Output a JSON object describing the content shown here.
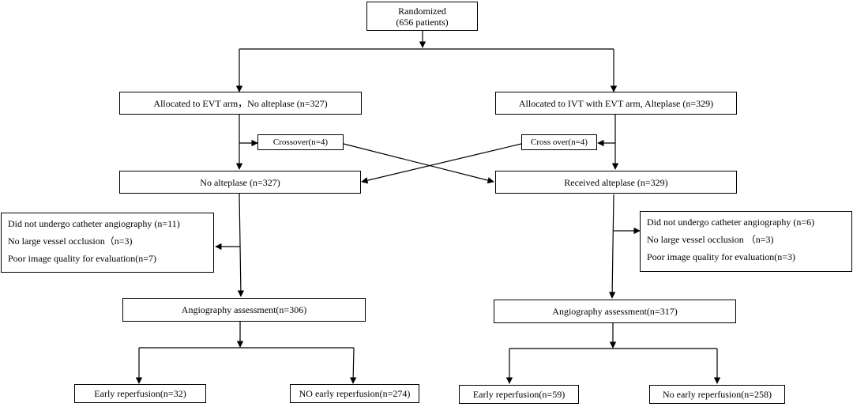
{
  "randomized": {
    "line1": "Randomized",
    "line2": "(656 patients)"
  },
  "left": {
    "allocated": "Allocated to EVT arm，No alteplase (n=327)",
    "crossover": "Crossover(n=4)",
    "treatment": "No alteplase (n=327)",
    "excluded": [
      "Did not undergo catheter angiography (n=11)",
      "No large vessel occlusion（n=3)",
      "Poor image quality for evaluation(n=7)"
    ],
    "assessment": "Angiography assessment(n=306)",
    "early": "Early reperfusion(n=32)",
    "no_early": "NO early reperfusion(n=274)"
  },
  "right": {
    "allocated": "Allocated to IVT with EVT arm, Alteplase (n=329)",
    "crossover": "Cross over(n=4)",
    "treatment": "Received alteplase (n=329)",
    "excluded": [
      "Did not undergo catheter angiography (n=6)",
      "No large vessel occlusion （n=3)",
      "Poor image quality for evaluation(n=3)"
    ],
    "assessment": "Angiography assessment(n=317)",
    "early": "Early reperfusion(n=59)",
    "no_early": "No early reperfusion(n=258)"
  }
}
